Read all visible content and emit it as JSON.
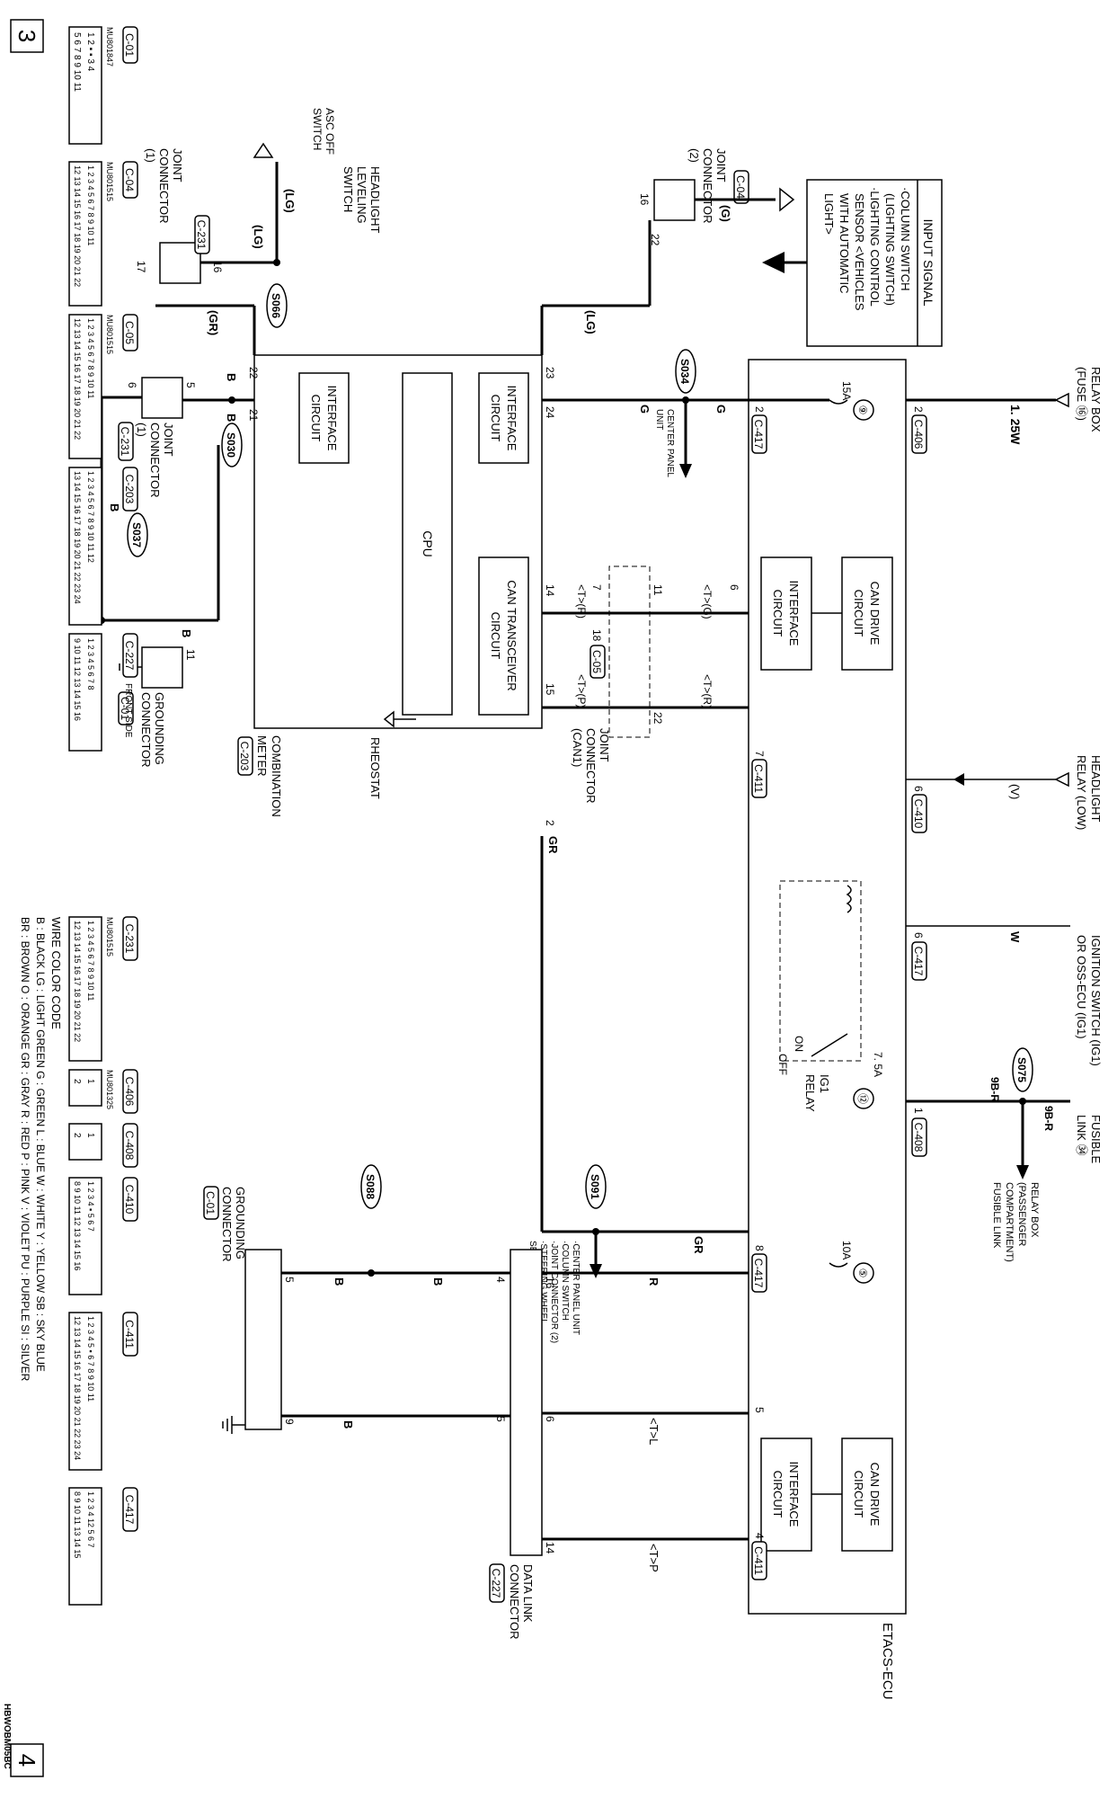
{
  "page": {
    "page_marker_left": "3",
    "page_marker_right": "4",
    "drawing_code": "HBWOBM05BC"
  },
  "input_signal": {
    "lines": [
      "INPUT SIGNAL",
      "·COLUMN SWITCH",
      "(LIGHTING SWITCH)",
      "·LIGHTING CONTROL",
      "SENSOR <VEHICLES",
      "WITH AUTOMATIC",
      "LIGHT>"
    ]
  },
  "components": {
    "relay_box_fuse": {
      "lines": [
        "RELAY BOX",
        "(FUSE ⑯)"
      ],
      "wire": "1. 25W"
    },
    "headlight_relay": {
      "lines": [
        "HEADLIGHT",
        "RELAY (LOW)"
      ],
      "wire": "(V)"
    },
    "ignition_switch": {
      "lines": [
        "IGNITION SWITCH (IG1)",
        "OR OSS-ECU (IG1)"
      ],
      "wire": "W"
    },
    "fusible_link": {
      "lines": [
        "FUSIBLE",
        "LINK ㉞"
      ],
      "wire_a": "9B-R",
      "wire_b": "9B-R"
    },
    "relay_box_passenger": {
      "lines": [
        "RELAY BOX",
        "(PASSENGER",
        "COMPARTMENT)",
        "FUSIBLE LINK"
      ]
    },
    "etacs_ecu": {
      "label": "ETACS-ECU"
    },
    "ig1_relay": {
      "lines": [
        "IG1",
        "RELAY"
      ],
      "on": "ON",
      "off": "OFF"
    },
    "can_drive_1": {
      "lines": [
        "CAN DRIVE",
        "CIRCUIT"
      ]
    },
    "interface_1": {
      "lines": [
        "INTERFACE",
        "CIRCUIT"
      ]
    },
    "can_drive_2": {
      "lines": [
        "CAN DRIVE",
        "CIRCUIT"
      ]
    },
    "interface_2": {
      "lines": [
        "INTERFACE",
        "CIRCUIT"
      ]
    },
    "combination_meter": {
      "lines": [
        "COMBINATION",
        "METER"
      ],
      "tag": "C-203"
    },
    "cpu": {
      "label": "CPU"
    },
    "rheostat": {
      "label": "RHEOSTAT"
    },
    "meter_interface_1": {
      "lines": [
        "INTERFACE",
        "CIRCUIT"
      ]
    },
    "meter_interface_2": {
      "lines": [
        "INTERFACE",
        "CIRCUIT"
      ]
    },
    "can_transceiver": {
      "lines": [
        "CAN TRANSCEIVER",
        "CIRCUIT"
      ]
    },
    "center_panel": {
      "lines": [
        "CENTER PANEL",
        "UNIT"
      ]
    },
    "joint_can1": {
      "lines": [
        "JOINT",
        "CONNECTOR",
        "(CAN1)"
      ],
      "tag": "C-05"
    },
    "joint_2": {
      "lines": [
        "JOINT",
        "CONNECTOR",
        "(2)"
      ],
      "tag": "C-04"
    },
    "joint_1_top": {
      "lines": [
        "JOINT",
        "CONNECTOR",
        "(1)"
      ],
      "tag": "C-231"
    },
    "joint_1_bottom": {
      "lines": [
        "JOINT",
        "CONNECTOR",
        "(1)"
      ],
      "tag": "C-231"
    },
    "headlight_leveling": {
      "lines": [
        "HEADLIGHT",
        "LEVELING",
        "SWITCH"
      ]
    },
    "asc_off": {
      "lines": [
        "ASC OFF",
        "SWITCH"
      ]
    },
    "grounding_top": {
      "lines": [
        "GROUNDING",
        "CONNECTOR"
      ],
      "tag": "C-01"
    },
    "grounding_bottom": {
      "lines": [
        "GROUNDING",
        "CONNECTOR"
      ],
      "tag": "C-01"
    },
    "data_link": {
      "lines": [
        "DATA LINK",
        "CONNECTOR"
      ],
      "tag": "C-227"
    },
    "center_panel_list": {
      "lines": [
        "·CENTER PANEL UNIT",
        "·COLUMN SWITCH",
        "·JOINT CONNECTOR (2)",
        "·STEERING WHEEL",
        "SENSOR"
      ]
    }
  },
  "fuses": [
    {
      "num": "⑨",
      "rating": "15A"
    },
    {
      "num": "⑫",
      "rating": "7. 5A"
    },
    {
      "num": "⑤",
      "rating": "10A"
    }
  ],
  "connector_tags": {
    "c406": "C-406",
    "c417_a": "C-417",
    "c410": "C-410",
    "c417_b": "C-417",
    "c408": "C-408",
    "c411_a": "C-411",
    "c417_c": "C-417",
    "c411_b": "C-411"
  },
  "splices": {
    "s034": "S034",
    "s030": "S030",
    "s037": "S037",
    "s066": "S066",
    "s075": "S075",
    "s091": "S091",
    "s088": "S088"
  },
  "wire_labels": {
    "g": "G",
    "g2": "G",
    "lg": "(LG)",
    "lg2": "(LG)",
    "lg3": "(LG)",
    "gr": "(GR)",
    "g_paren": "(G)",
    "b1": "B",
    "b2": "B",
    "b3": "B",
    "b4": "B",
    "b5": "B",
    "b6": "B",
    "b7": "B",
    "tg": "<T>(G)",
    "tr": "<T>(R)",
    "tr2": "<T>(R)",
    "tp": "<T>(P)",
    "gr_main": "GR",
    "gr_2": "GR",
    "r": "R",
    "tl": "<T>L",
    "tp2": "<T>P"
  },
  "pins": {
    "p2a": "2",
    "p2b": "2",
    "p6a": "6",
    "p7a": "7",
    "p6b": "6",
    "p1": "1",
    "p8": "8",
    "p5a": "5",
    "p4": "4",
    "p11": "11",
    "p22a": "22",
    "p7b": "7",
    "p18": "18",
    "p14a": "14",
    "p15": "15",
    "p23": "23",
    "p24": "24",
    "p2c": "2",
    "p21": "21",
    "p22b": "22",
    "p16a": "16",
    "p17": "17",
    "p16b": "16",
    "p22c": "22",
    "p5b": "5",
    "p6c": "6",
    "p11b": "11",
    "p5c": "5",
    "p16c": "16",
    "p6d": "6",
    "p14b": "14",
    "p4b": "4",
    "p5d": "5",
    "p9": "9",
    "p5e": "5"
  },
  "connector_legend": [
    {
      "tag": "C-01",
      "part": "MU801847",
      "row1": "1 2 ▪ ▪ 3 4",
      "row2": "5 6 7 8 9 10 11"
    },
    {
      "tag": "C-04",
      "part": "MU801515",
      "row1": "1 2 3 4 5 6 7 8 9 10 11",
      "row2": "12 13 14 15 16 17 18 19 20 21 22"
    },
    {
      "tag": "C-05",
      "part": "MU801515",
      "row1": "1 2 3 4 5 6 7 8 9 10 11",
      "row2": "12 13 14 15 16 17 18 19 20 21 22"
    },
    {
      "tag": "C-203",
      "part": "",
      "row1": "1 2 3 4 5 6 7 8 9 10 11 12",
      "row2": "13 14 15 16 17 18 19 20 21 22 23 24"
    },
    {
      "tag": "C-227",
      "part": "FRONT SIDE",
      "row1": "1 2 3 4 5 6 7 8",
      "row2": "9 10 11 12 13 14 15 16"
    },
    {
      "tag": "C-231",
      "part": "MU801515",
      "row1": "1 2 3 4 5 6 7 8 9 10 11",
      "row2": "12 13 14 15 16 17 18 19 20 21 22"
    },
    {
      "tag": "C-406",
      "part": "MU801325",
      "row1": "1",
      "row2": "2"
    },
    {
      "tag": "C-408",
      "part": "",
      "row1": "1",
      "row2": "2"
    },
    {
      "tag": "C-410",
      "part": "",
      "row1": "1 2 3 4 ▪ 5 6 7",
      "row2": "8 9 10 11 12 13 14 15 16"
    },
    {
      "tag": "C-411",
      "part": "",
      "row1": "1 2 3 4 5 ▪ 6 7 8 9 10 11",
      "row2": "12 13 14 15 16 17 18 19 20 21 22 23 24"
    },
    {
      "tag": "C-417",
      "part": "",
      "row1": "1 2 3 4 12 5 6 7",
      "row2": "8 9 10 11 13 14 15"
    }
  ],
  "wire_color_code": {
    "title": "WIRE COLOR CODE",
    "line1": "B : BLACK   LG : LIGHT GREEN   G : GREEN   L : BLUE   W : WHITE   Y : YELLOW   SB : SKY BLUE",
    "line2": "BR : BROWN   O : ORANGE   GR : GRAY   R : RED   P : PINK   V : VIOLET   PU : PURPLE   SI : SILVER"
  }
}
